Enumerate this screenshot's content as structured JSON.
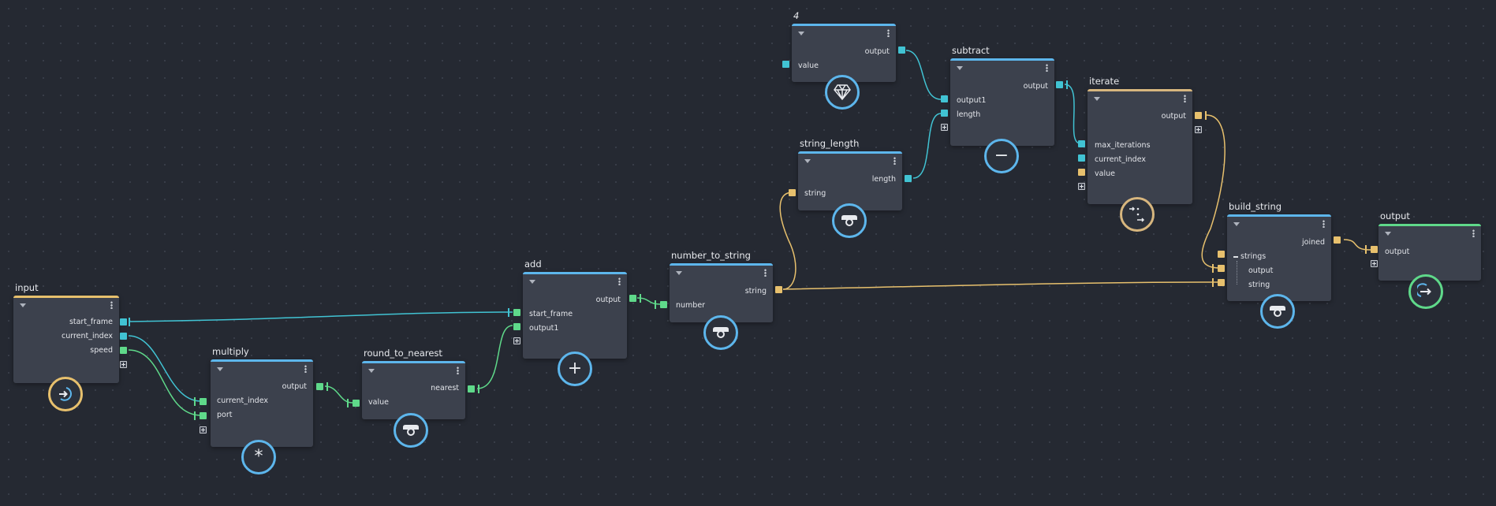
{
  "nodes": {
    "input": {
      "title": "input",
      "ports": [
        "start_frame",
        "current_index",
        "speed"
      ]
    },
    "multiply": {
      "title": "multiply",
      "out": "output",
      "ports": [
        "current_index",
        "port"
      ]
    },
    "round_to_nearest": {
      "title": "round_to_nearest",
      "out": "nearest",
      "ports": [
        "value"
      ]
    },
    "add": {
      "title": "add",
      "out": "output",
      "ports": [
        "start_frame",
        "output1"
      ],
      "symbol": "+"
    },
    "number_to_string": {
      "title": "number_to_string",
      "out": "string",
      "ports": [
        "number"
      ]
    },
    "four": {
      "title": "4",
      "out": "output",
      "ports": [
        "value"
      ]
    },
    "string_length": {
      "title": "string_length",
      "out": "length",
      "ports": [
        "string"
      ]
    },
    "subtract": {
      "title": "subtract",
      "out": "output",
      "ports": [
        "output1",
        "length"
      ],
      "symbol": "−"
    },
    "iterate": {
      "title": "iterate",
      "out": "output",
      "ports": [
        "max_iterations",
        "current_index",
        "value"
      ]
    },
    "build_string": {
      "title": "build_string",
      "out": "joined",
      "ports": [
        "strings",
        "output",
        "string"
      ]
    },
    "output": {
      "title": "output",
      "ports": [
        "output"
      ]
    }
  },
  "multiply_symbol": "*",
  "colors": {
    "background": "#252932",
    "node": "#3c414d",
    "blue": "#5db6ec",
    "teal": "#41c3d3",
    "green": "#5fd98a",
    "yellow": "#e7c06d"
  }
}
